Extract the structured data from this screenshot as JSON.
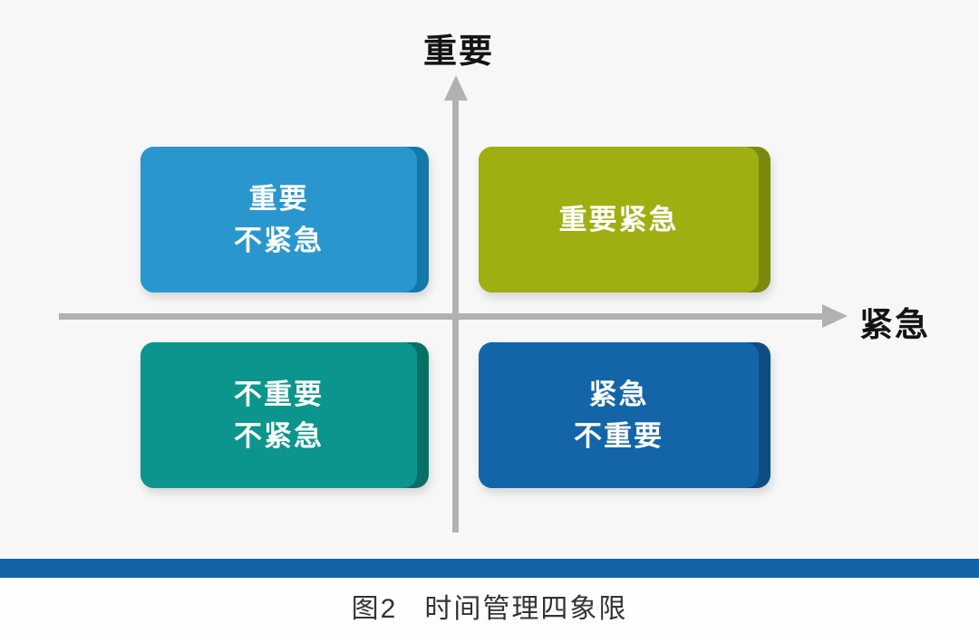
{
  "axes": {
    "y_label": "重要",
    "x_label": "紧急",
    "line_color": "#b1b1b1"
  },
  "quadrants": {
    "top_left": {
      "line1": "重要",
      "line2": "不紧急",
      "fill": "#2997ce",
      "edge_fill": "#1478aa"
    },
    "top_right": {
      "line1": "重要紧急",
      "fill": "#9fae10",
      "edge_fill": "#7d890e"
    },
    "bottom_left": {
      "line1": "不重要",
      "line2": "不紧急",
      "fill": "#0b958c",
      "edge_fill": "#077066"
    },
    "bottom_right": {
      "line1": "紧急",
      "line2": "不重要",
      "fill": "#1465a8",
      "edge_fill": "#0e4d82"
    }
  },
  "footer": {
    "bar_color": "#1263a8",
    "caption_figure": "图2",
    "caption_title": "时间管理四象限"
  }
}
